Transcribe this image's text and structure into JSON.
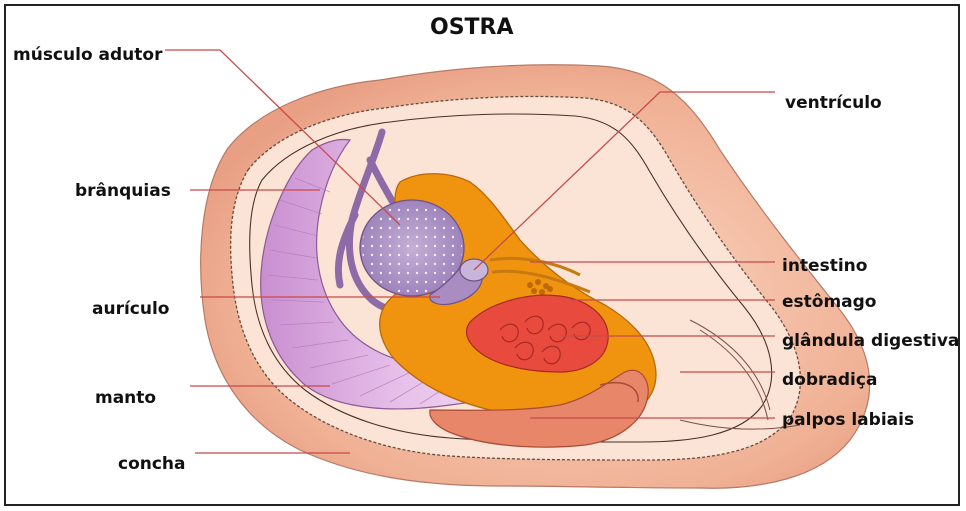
{
  "title": "OSTRA",
  "labels": {
    "musculo_adutor": "músculo adutor",
    "branquias": "brânquias",
    "auriculo": "aurículo",
    "manto": "manto",
    "concha": "concha",
    "ventriculo": "ventrículo",
    "intestino": "intestino",
    "estomago": "estômago",
    "glandula_digestiva": "glândula digestiva",
    "dobradica": "dobradiça",
    "palpos_labiais": "palpos labiais"
  },
  "colors": {
    "leader_line": "#c84a4a",
    "shell": "#f2b79c",
    "mantle": "#fae0cf",
    "gills": "#d9a8dc",
    "digestive_orange": "#f0940f",
    "stomach_red": "#e84a3e",
    "muscle": "#a98cc2",
    "palps": "#e88a6a"
  }
}
